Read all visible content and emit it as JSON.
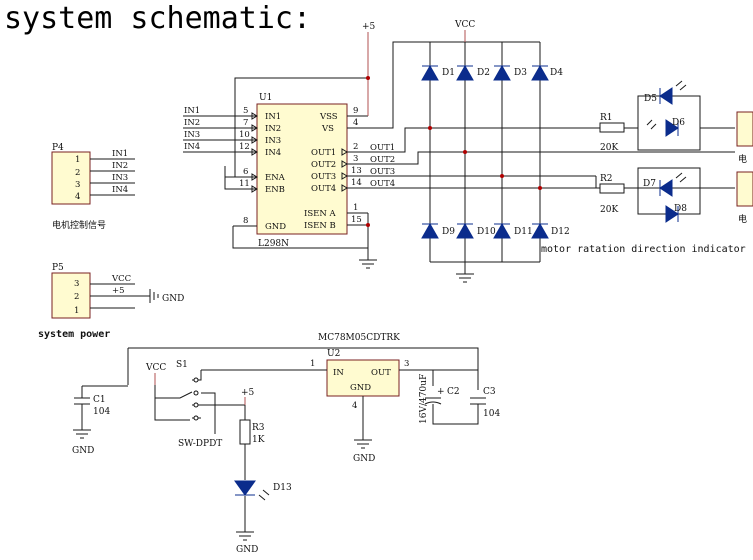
{
  "title": "system schematic:",
  "supply": {
    "plus5": "+5",
    "vcc": "VCC",
    "gnd": "GND"
  },
  "u1": {
    "ref": "U1",
    "part": "L298N",
    "left_pins": [
      {
        "num": "5",
        "name": "IN1"
      },
      {
        "num": "7",
        "name": "IN2"
      },
      {
        "num": "10",
        "name": "IN3"
      },
      {
        "num": "12",
        "name": "IN4"
      },
      {
        "num": "6",
        "name": "ENA"
      },
      {
        "num": "11",
        "name": "ENB"
      },
      {
        "num": "8",
        "name": "GND"
      }
    ],
    "right_pins": [
      {
        "num": "9",
        "name": "VSS"
      },
      {
        "num": "4",
        "name": "VS"
      },
      {
        "num": "2",
        "name": "OUT1"
      },
      {
        "num": "3",
        "name": "OUT2"
      },
      {
        "num": "13",
        "name": "OUT3"
      },
      {
        "num": "14",
        "name": "OUT4"
      },
      {
        "num": "1",
        "name": "ISEN A"
      },
      {
        "num": "15",
        "name": "ISEN B"
      }
    ],
    "net_inputs": [
      "IN1",
      "IN2",
      "IN3",
      "IN4"
    ],
    "net_outputs": [
      "OUT1",
      "OUT2",
      "OUT3",
      "OUT4"
    ]
  },
  "p4": {
    "ref": "P4",
    "pins": [
      {
        "num": "1",
        "net": "IN1"
      },
      {
        "num": "2",
        "net": "IN2"
      },
      {
        "num": "3",
        "net": "IN3"
      },
      {
        "num": "4",
        "net": "IN4"
      }
    ],
    "caption": "电机控制信号"
  },
  "p5": {
    "ref": "P5",
    "pins": [
      {
        "num": "3",
        "net": "VCC"
      },
      {
        "num": "2",
        "net": "+5"
      },
      {
        "num": "1",
        "net": ""
      }
    ],
    "caption": "system power"
  },
  "diodes_top": [
    "D1",
    "D2",
    "D3",
    "D4"
  ],
  "diodes_bottom": [
    "D9",
    "D10",
    "D11",
    "D12"
  ],
  "indicator": {
    "r1": {
      "ref": "R1",
      "value": "20K"
    },
    "r2": {
      "ref": "R2",
      "value": "20K"
    },
    "leds": [
      "D5",
      "D6",
      "D7",
      "D8"
    ],
    "caption": "motor ratation direction indicator",
    "cut_labels": [
      "电",
      "电"
    ]
  },
  "u2": {
    "ref": "U2",
    "part": "MC78M05CDTRK",
    "in": "IN",
    "out": "OUT",
    "gnd": "GND",
    "pin_in": "1",
    "pin_out": "3",
    "pin_gnd": "4"
  },
  "c1": {
    "ref": "C1",
    "value": "104"
  },
  "c2": {
    "ref": "C2",
    "value": "16V/470uF",
    "plus": "+"
  },
  "c3": {
    "ref": "C3",
    "value": "104"
  },
  "s1": {
    "ref": "S1",
    "type": "SW-DPDT"
  },
  "r3": {
    "ref": "R3",
    "value": "1K"
  },
  "d13": {
    "ref": "D13"
  }
}
